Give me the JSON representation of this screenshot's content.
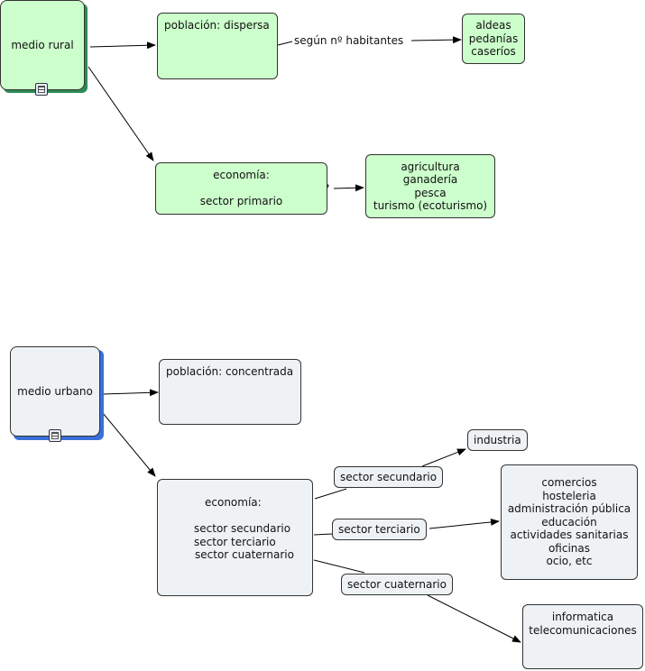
{
  "rural": {
    "concept": "medio rural",
    "poblacion": "población: dispersa",
    "link_habitantes": "según nº habitantes",
    "asentamientos": [
      "aldeas",
      "pedanías",
      "caseríos"
    ],
    "economia_title": "economía:",
    "economia_sector": "sector primario",
    "link_partial": "?",
    "actividades": [
      "agricultura",
      "ganadería",
      "pesca",
      "turismo (ecoturismo)"
    ]
  },
  "urbano": {
    "concept": "medio urbano",
    "poblacion": "población: concentrada",
    "economia_title": "economía:",
    "economia_sectores": [
      "sector secundario",
      "sector terciario",
      "sector cuaternario"
    ],
    "link_secundario": "sector secundario",
    "link_terciario": "sector terciario",
    "link_cuaternario": "sector cuaternario",
    "secundario_items": "industria",
    "terciario_items": [
      "comercios",
      "hosteleria",
      "administración pública",
      "educación",
      "actividades sanitarias",
      "oficinas",
      "ocio, etc"
    ],
    "cuaternario_items": [
      "informatica",
      "telecomunicaciones"
    ]
  },
  "colors": {
    "rural_fill": "#ccffcc",
    "rural_shadow": "#2e8b57",
    "urban_fill": "#eef2f5",
    "urban_shadow": "#3a6fd8"
  }
}
